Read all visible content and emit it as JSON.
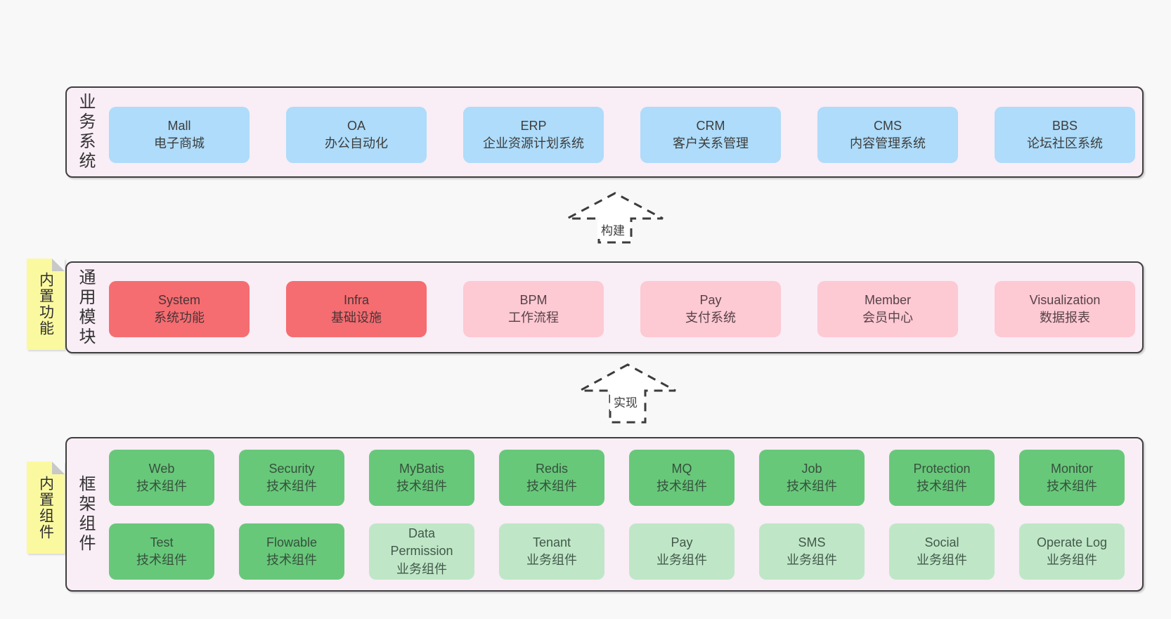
{
  "colors": {
    "page_bg": "#f8f8f8",
    "layer_bg": "#f9edf6",
    "layer_border": "#3f3f3f",
    "blue": "#aedcfa",
    "red": "#f56d71",
    "pink": "#fdc9d3",
    "green": "#68c87a",
    "light_green": "#bfe7c7",
    "note_yellow": "#fbf9a0",
    "text": "#3d3d3d"
  },
  "layers": {
    "business": {
      "label": "业务系统",
      "boxes": [
        {
          "en": "Mall",
          "zh": "电子商城",
          "variant": "blue"
        },
        {
          "en": "OA",
          "zh": "办公自动化",
          "variant": "blue"
        },
        {
          "en": "ERP",
          "zh": "企业资源计划系统",
          "variant": "blue"
        },
        {
          "en": "CRM",
          "zh": "客户关系管理",
          "variant": "blue"
        },
        {
          "en": "CMS",
          "zh": "内容管理系统",
          "variant": "blue"
        },
        {
          "en": "BBS",
          "zh": "论坛社区系统",
          "variant": "blue"
        }
      ]
    },
    "modules": {
      "label": "通用模块",
      "note": "内置功能",
      "boxes": [
        {
          "en": "System",
          "zh": "系统功能",
          "variant": "red"
        },
        {
          "en": "Infra",
          "zh": "基础设施",
          "variant": "red"
        },
        {
          "en": "BPM",
          "zh": "工作流程",
          "variant": "pink"
        },
        {
          "en": "Pay",
          "zh": "支付系统",
          "variant": "pink"
        },
        {
          "en": "Member",
          "zh": "会员中心",
          "variant": "pink"
        },
        {
          "en": "Visualization",
          "zh": "数据报表",
          "variant": "pink"
        }
      ]
    },
    "framework": {
      "label": "框架组件",
      "note": "内置组件",
      "rows": [
        [
          {
            "en": "Web",
            "zh": "技术组件",
            "variant": "green"
          },
          {
            "en": "Security",
            "zh": "技术组件",
            "variant": "green"
          },
          {
            "en": "MyBatis",
            "zh": "技术组件",
            "variant": "green"
          },
          {
            "en": "Redis",
            "zh": "技术组件",
            "variant": "green"
          },
          {
            "en": "MQ",
            "zh": "技术组件",
            "variant": "green"
          },
          {
            "en": "Job",
            "zh": "技术组件",
            "variant": "green"
          },
          {
            "en": "Protection",
            "zh": "技术组件",
            "variant": "green"
          },
          {
            "en": "Monitor",
            "zh": "技术组件",
            "variant": "green"
          }
        ],
        [
          {
            "en": "Test",
            "zh": "技术组件",
            "variant": "green"
          },
          {
            "en": "Flowable",
            "zh": "技术组件",
            "variant": "green"
          },
          {
            "en": "Data Permission",
            "zh": "业务组件",
            "variant": "lightgreen"
          },
          {
            "en": "Tenant",
            "zh": "业务组件",
            "variant": "lightgreen"
          },
          {
            "en": "Pay",
            "zh": "业务组件",
            "variant": "lightgreen"
          },
          {
            "en": "SMS",
            "zh": "业务组件",
            "variant": "lightgreen"
          },
          {
            "en": "Social",
            "zh": "业务组件",
            "variant": "lightgreen"
          },
          {
            "en": "Operate Log",
            "zh": "业务组件",
            "variant": "lightgreen"
          }
        ]
      ]
    }
  },
  "arrows": [
    {
      "label": "构建"
    },
    {
      "label": "实现"
    }
  ]
}
